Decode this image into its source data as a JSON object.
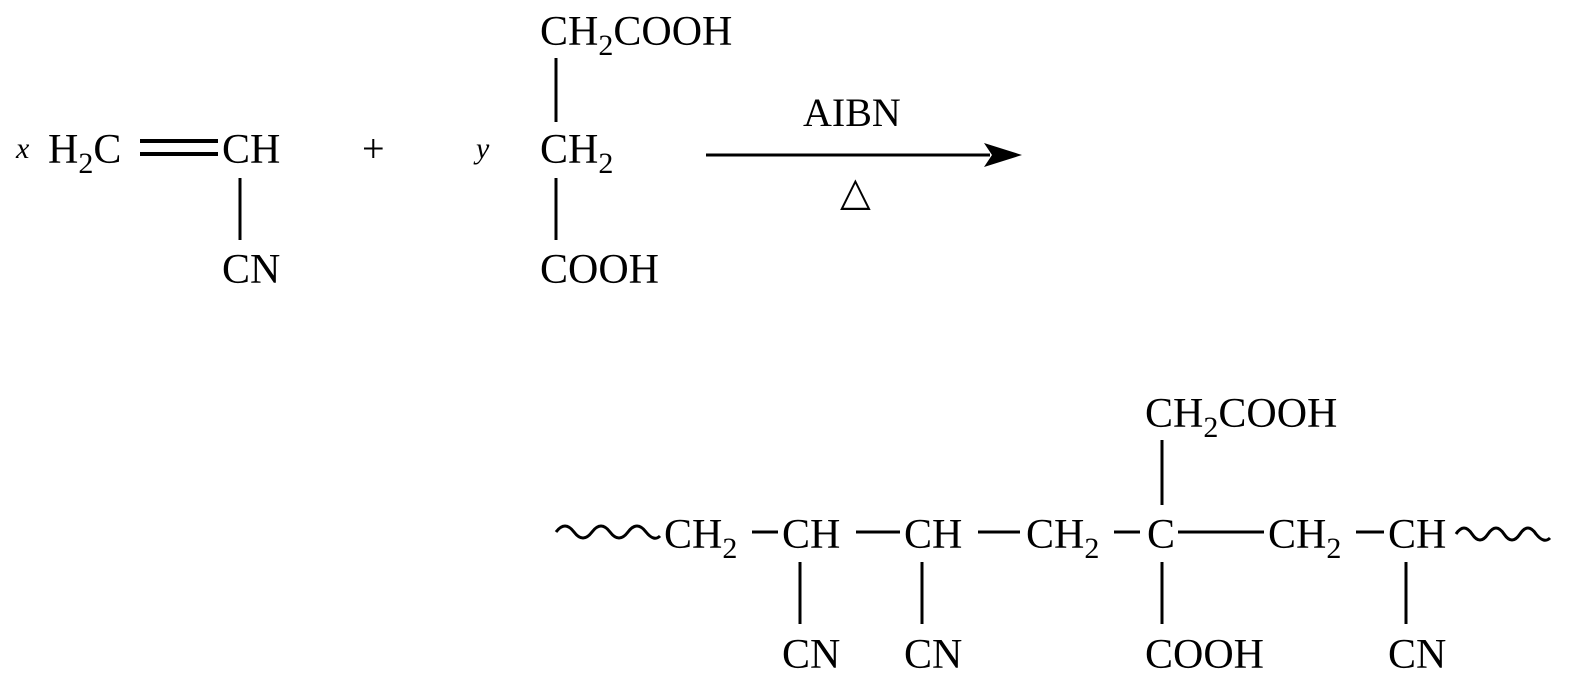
{
  "reaction": {
    "acrylonitrile": {
      "coefficient": "x",
      "vinyl_left_main": "H",
      "vinyl_left_sub": "2",
      "vinyl_left_tail": "C",
      "vinyl_right": "CH",
      "substituent": "CN"
    },
    "plus_sign": "+",
    "itaconic_acid": {
      "coefficient": "y",
      "top_main": "CH",
      "top_sub": "2",
      "top_tail": "COOH",
      "middle_main": "CH",
      "middle_sub": "2",
      "bottom": "COOH"
    },
    "arrow": {
      "above": "AIBN",
      "below": "△"
    },
    "product": {
      "units": [
        {
          "main": "CH",
          "sub": "2",
          "substituent": ""
        },
        {
          "main": "CH",
          "sub": "",
          "substituent": "CN"
        },
        {
          "main": "CH",
          "sub": "",
          "substituent": "CN"
        },
        {
          "main": "CH",
          "sub": "2",
          "substituent": ""
        },
        {
          "main": "C",
          "sub": "",
          "top_main": "CH",
          "top_sub": "2",
          "top_tail": "COOH",
          "substituent": "COOH"
        },
        {
          "main": "CH",
          "sub": "2",
          "substituent": ""
        },
        {
          "main": "CH",
          "sub": "",
          "substituent": "CN"
        }
      ]
    }
  }
}
